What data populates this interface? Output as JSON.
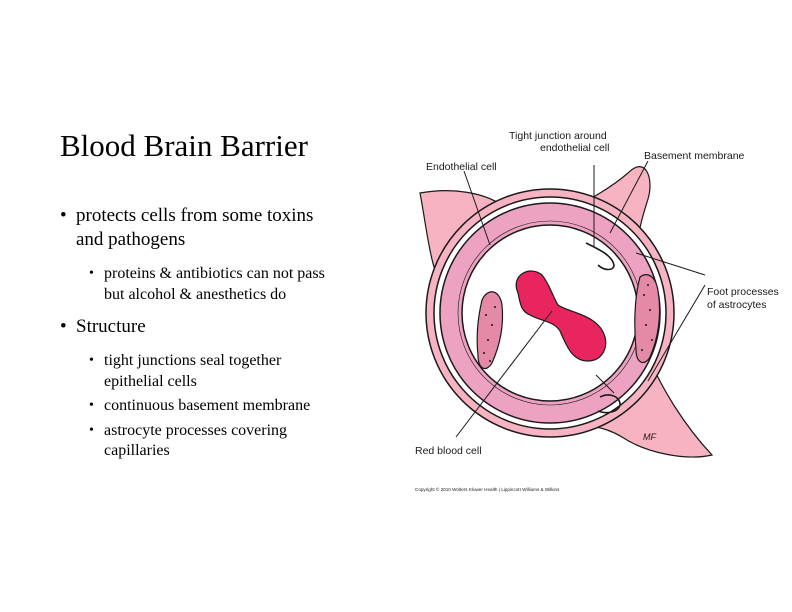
{
  "slide": {
    "title": "Blood Brain Barrier",
    "bullets": [
      {
        "text_l1": "protects cells from some toxins",
        "text_l2": "and pathogens",
        "sub": [
          {
            "l1": "proteins & antibiotics can not pass",
            "l2": "but alcohol & anesthetics do"
          }
        ]
      },
      {
        "text": "Structure",
        "sub": [
          {
            "l1": "tight junctions seal together",
            "l2": "epithelial cells"
          },
          {
            "l1": "continuous basement membrane"
          },
          {
            "l1": "astrocyte processes covering",
            "l2": "capillaries"
          }
        ]
      }
    ]
  },
  "figure": {
    "labels": {
      "tight_junction_l1": "Tight junction around",
      "tight_junction_l2": "endothelial cell",
      "endothelial_cell": "Endothelial cell",
      "basement_membrane": "Basement membrane",
      "foot_processes_l1": "Foot processes",
      "foot_processes_l2": "of astrocytes",
      "red_blood_cell": "Red blood cell",
      "signature": "MF",
      "copyright": "Copyright © 2010 Wolters Kluwer Health | Lippincott Williams & Wilkins"
    },
    "colors": {
      "astrocyte": "#f7b3c2",
      "endothelium": "#eca2c0",
      "rbc": "#e8255f",
      "outline": "#1a1a1a",
      "nucleus": "#e48aa6"
    }
  }
}
